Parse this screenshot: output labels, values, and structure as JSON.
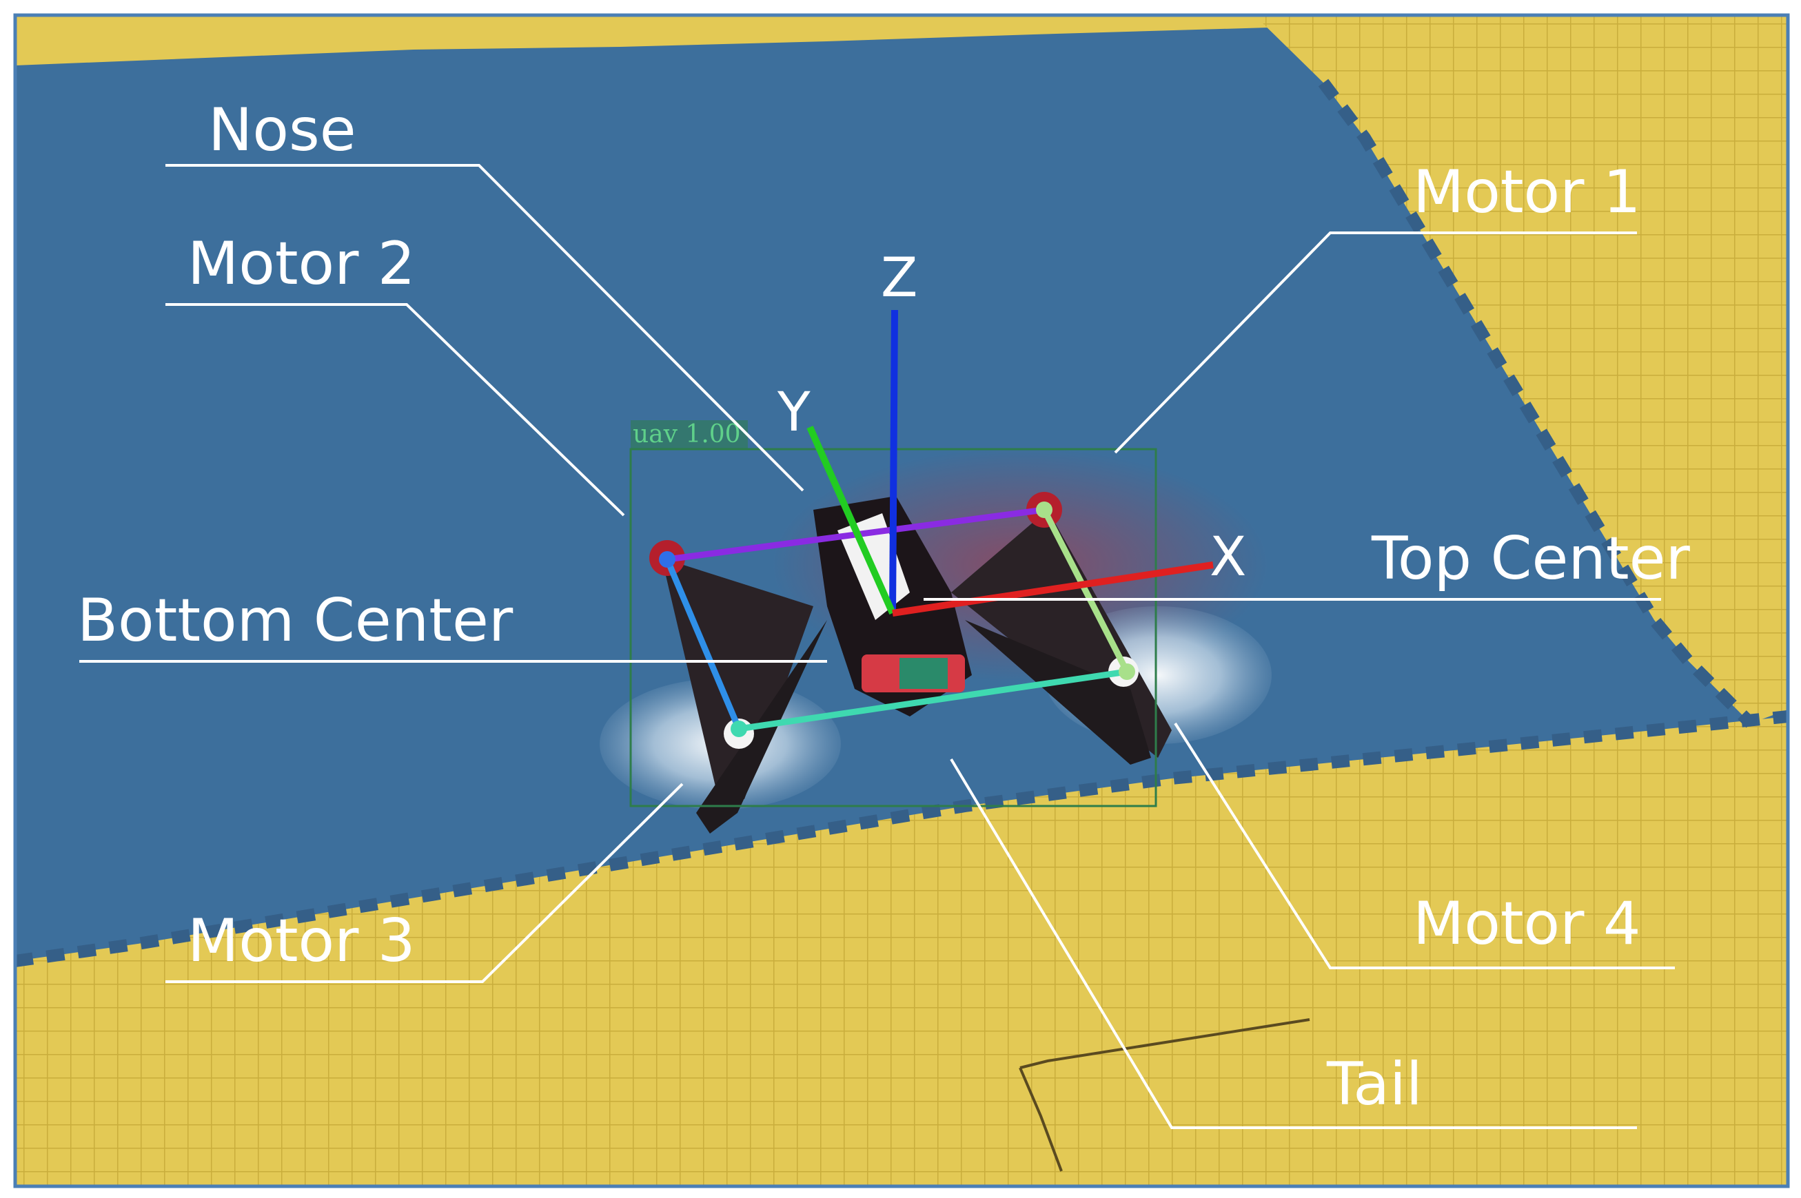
{
  "detection": {
    "label": "uav 1.00"
  },
  "axes": {
    "x": "X",
    "y": "Y",
    "z": "Z"
  },
  "callouts": {
    "nose": "Nose",
    "motor1": "Motor 1",
    "motor2": "Motor 2",
    "motor3": "Motor 3",
    "motor4": "Motor 4",
    "top_center": "Top Center",
    "bottom_center": "Bottom Center",
    "tail": "Tail"
  },
  "colors": {
    "mat_blue": "#3d6f9c",
    "mat_yellow": "#e3c955",
    "x_axis": "#e02020",
    "y_axis": "#22cc22",
    "z_axis": "#1030e0",
    "top_edge": "#8a2be2",
    "right_edge": "#a8e08a",
    "bottom_edge": "#3fd9b0",
    "left_edge": "#2f8fe8",
    "frame_border": "#4b7fb5"
  }
}
